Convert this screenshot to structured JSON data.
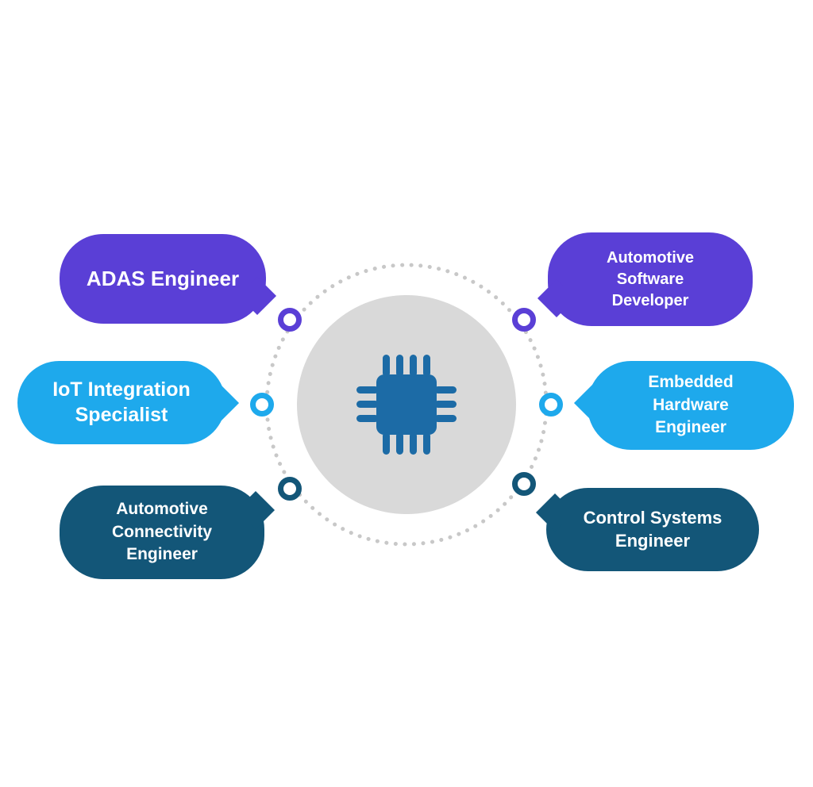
{
  "diagram": {
    "background_color": "#ffffff",
    "center": {
      "icon": "microchip-icon",
      "circle_color": "#D9D9D9",
      "icon_color": "#1C6BA6"
    },
    "orbit": {
      "style": "dotted",
      "color": "#C8C8C8"
    },
    "nodes": [
      {
        "id": "adas-engineer",
        "label": "ADAS Engineer",
        "color": "#5A3FD6",
        "position": "top-left"
      },
      {
        "id": "iot-integration-specialist",
        "label": "IoT Integration Specialist",
        "color": "#1EA9EC",
        "position": "middle-left"
      },
      {
        "id": "automotive-connectivity-engineer",
        "label": "Automotive Connectivity Engineer",
        "color": "#135678",
        "position": "bottom-left"
      },
      {
        "id": "automotive-software-developer",
        "label": "Automotive Software Developer",
        "color": "#5A3FD6",
        "position": "top-right"
      },
      {
        "id": "embedded-hardware-engineer",
        "label": "Embedded Hardware Engineer",
        "color": "#1EA9EC",
        "position": "middle-right"
      },
      {
        "id": "control-systems-engineer",
        "label": "Control Systems Engineer",
        "color": "#135678",
        "position": "bottom-right"
      }
    ]
  }
}
